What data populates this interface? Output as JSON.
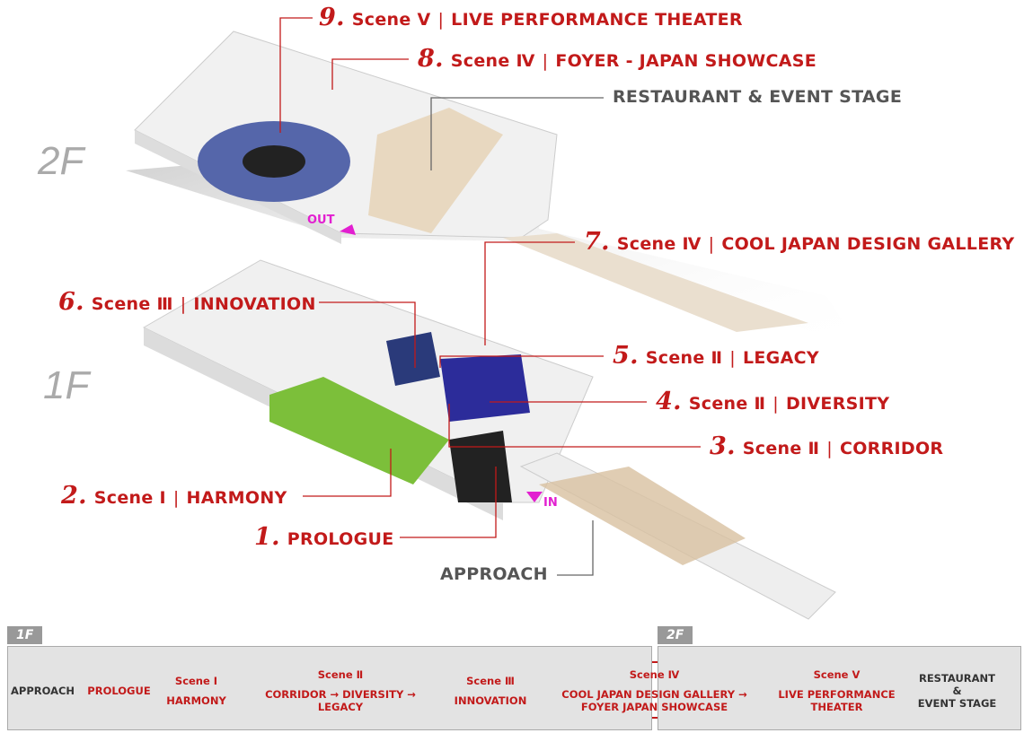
{
  "floors": {
    "upper": "2F",
    "lower": "1F"
  },
  "markers": {
    "out": "OUT",
    "in": "IN"
  },
  "labels": [
    {
      "num": "9.",
      "scene": "Scene Ⅴ",
      "title": "LIVE PERFORMANCE THEATER"
    },
    {
      "num": "8.",
      "scene": "Scene Ⅳ",
      "title": "FOYER - JAPAN SHOWCASE"
    },
    {
      "num": "7.",
      "scene": "Scene Ⅳ",
      "title": "COOL JAPAN DESIGN GALLERY"
    },
    {
      "num": "6.",
      "scene": "Scene Ⅲ",
      "title": "INNOVATION"
    },
    {
      "num": "5.",
      "scene": "Scene Ⅱ",
      "title": "LEGACY"
    },
    {
      "num": "4.",
      "scene": "Scene Ⅱ",
      "title": "DIVERSITY"
    },
    {
      "num": "3.",
      "scene": "Scene Ⅱ",
      "title": "CORRIDOR"
    },
    {
      "num": "2.",
      "scene": "Scene Ⅰ",
      "title": "HARMONY"
    },
    {
      "num": "1.",
      "title": "PROLOGUE"
    }
  ],
  "restaurant_label": "RESTAURANT & EVENT STAGE",
  "approach_label": "APPROACH",
  "flow": {
    "tab_1f": "1F",
    "tab_2f": "2F",
    "steps": [
      {
        "lines": [
          "APPROACH"
        ]
      },
      {
        "lines": [
          "PROLOGUE"
        ]
      },
      {
        "lines": [
          "Scene Ⅰ",
          "HARMONY"
        ]
      },
      {
        "lines": [
          "Scene Ⅱ",
          "CORRIDOR → DIVERSITY → LEGACY"
        ]
      },
      {
        "lines": [
          "Scene Ⅲ",
          "INNOVATION"
        ]
      },
      {
        "lines": [
          "Scene Ⅳ",
          "COOL JAPAN DESIGN GALLERY → FOYER JAPAN SHOWCASE"
        ]
      },
      {
        "lines": [
          "Scene Ⅴ",
          "LIVE PERFORMANCE THEATER"
        ]
      },
      {
        "lines": [
          "RESTAURANT",
          "&",
          "EVENT STAGE"
        ]
      }
    ]
  },
  "colors": {
    "accent": "#c21a1a",
    "marker": "#e21fd0",
    "muted": "#999999"
  }
}
